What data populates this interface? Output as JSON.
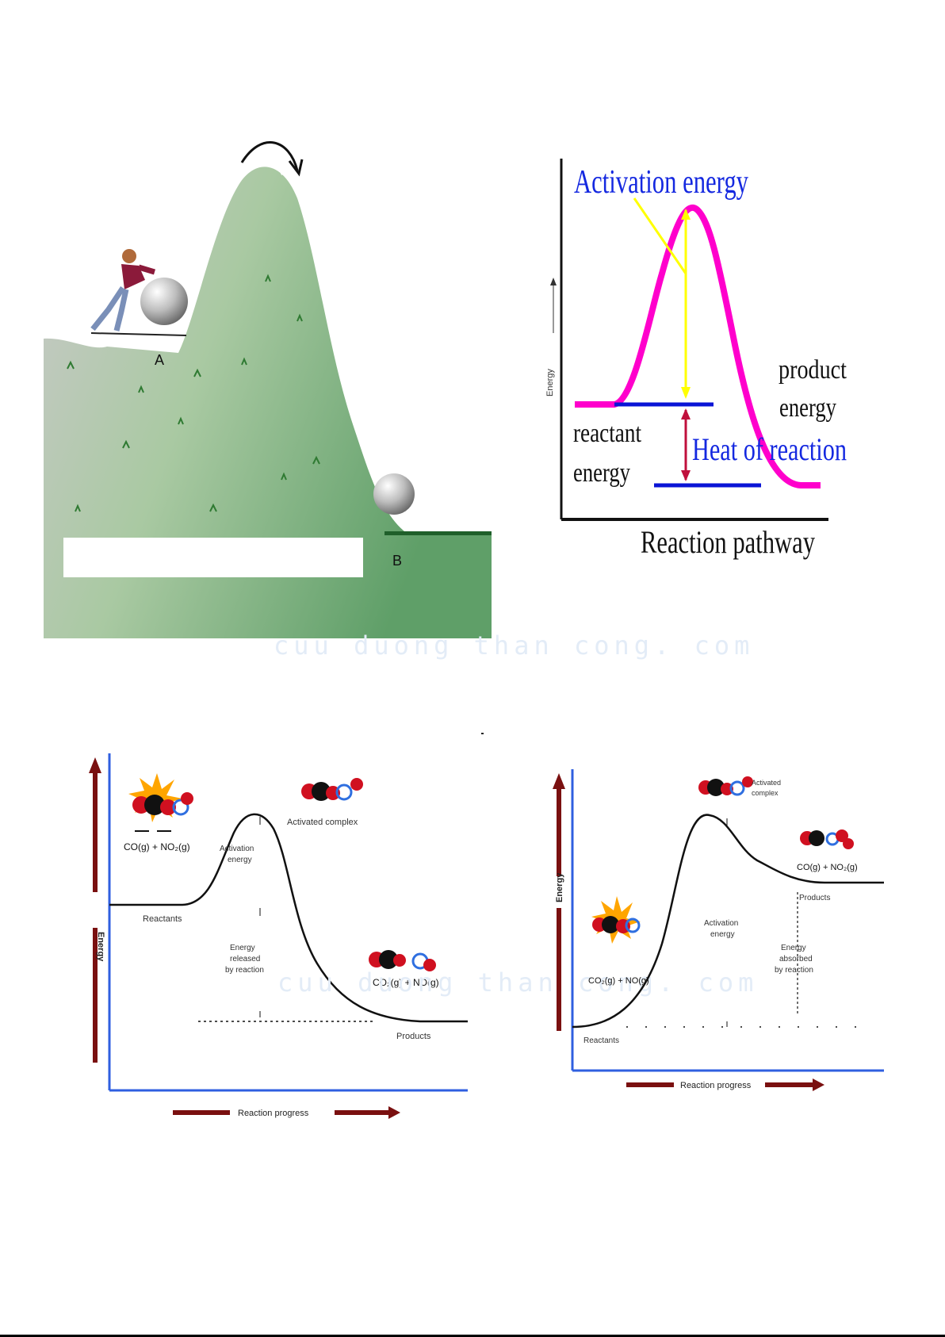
{
  "hill_illustration": {
    "label_a": "A",
    "label_b": "B"
  },
  "energy_diagram_top": {
    "activation_label": "Activation energy",
    "y_axis_label": "Energy",
    "product_label_line1": "product",
    "product_label_line2": "energy",
    "reactant_label_line1": "reactant",
    "reactant_label_line2": "energy",
    "heat_label": "Heat of reaction",
    "x_axis_label": "Reaction pathway",
    "colors": {
      "curve": "#ff00cc",
      "levels": "#0a14d6",
      "activation_arrow": "#ffff00",
      "heat_arrow": "#c0103c",
      "label_blue": "#1428e0"
    }
  },
  "exothermic_diagram": {
    "y_axis_label": "Energy",
    "x_axis_label": "Reaction progress",
    "reactants_formula": "CO(g) + NO₂(g)",
    "reactants_label": "Reactants",
    "activated_complex_label": "Activated complex",
    "activation_energy_line1": "Activation",
    "activation_energy_line2": "energy",
    "energy_released_line1": "Energy",
    "energy_released_line2": "released",
    "energy_released_line3": "by reaction",
    "products_formula": "CO₂(g) + NO(g)",
    "products_label": "Products"
  },
  "endothermic_diagram": {
    "y_axis_label": "Energy",
    "x_axis_label": "Reaction progress",
    "activated_complex_line1": "Activated",
    "activated_complex_line2": "complex",
    "top_formula": "CO(g) + NO₂(g)",
    "products_label": "Products",
    "activation_energy_line1": "Activation",
    "activation_energy_line2": "energy",
    "energy_absorbed_line1": "Energy",
    "energy_absorbed_line2": "absorbed",
    "energy_absorbed_line3": "by reaction",
    "bottom_formula": "CO₂(g) + NO(g)",
    "reactants_label": "Reactants"
  },
  "watermark": {
    "text_top": "cuu duong than cong. com",
    "text_bottom": "cuu duong than cong. com"
  }
}
